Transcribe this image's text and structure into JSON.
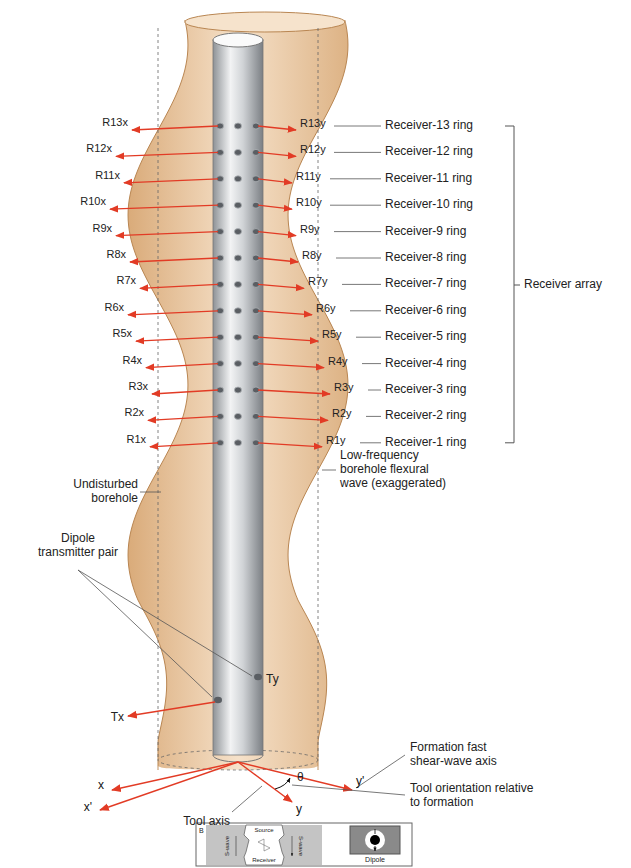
{
  "diagram": {
    "labels": [
      "R13x",
      "R12x",
      "R11x",
      "R10x",
      "R9x",
      "R8x",
      "R7x",
      "R6x",
      "R5x",
      "R4x",
      "R3x",
      "R2x",
      "R1x",
      "R13y",
      "R12y",
      "R11y",
      "R10y",
      "R9y",
      "R8y",
      "R7y",
      "R6y",
      "R5y",
      "R4y",
      "R3y",
      "R2y",
      "R1y",
      "Receiver-13 ring",
      "Receiver-12 ring",
      "Receiver-11 ring",
      "Receiver-10 ring",
      "Receiver-9 ring",
      "Receiver-8 ring",
      "Receiver-7 ring",
      "Receiver-6 ring",
      "Receiver-5 ring",
      "Receiver-4 ring",
      "Receiver-3 ring",
      "Receiver-2 ring",
      "Receiver-1 ring",
      "Receiver array",
      "Undisturbed borehole",
      "Low-frequency borehole flexural wave (exaggerated)",
      "Dipole transmitter pair",
      "Ty",
      "Tx",
      "Formation fast shear-wave axis",
      "x",
      "θ",
      "x'",
      "y",
      "y'",
      "Tool orientation relative to formation",
      "Tool axis",
      "B",
      "Source",
      "S-wave",
      "S-wave",
      "Dipole",
      "Receiver"
    ]
  }
}
